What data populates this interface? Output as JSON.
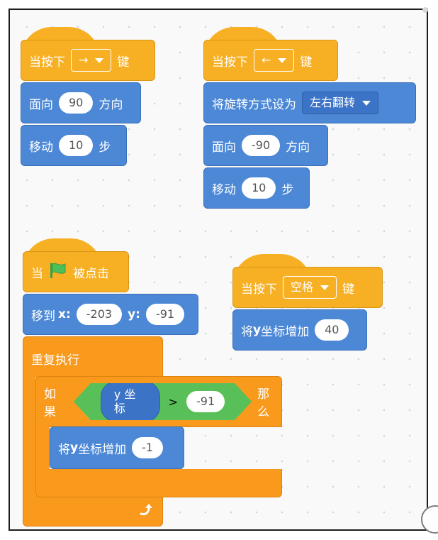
{
  "scripts": {
    "right_key": {
      "hat_prefix": "当按下",
      "key": "→",
      "hat_suffix": "键",
      "point_label": "面向",
      "point_value": "90",
      "point_suffix": "方向",
      "move_label": "移动",
      "move_value": "10",
      "move_suffix": "步"
    },
    "left_key": {
      "hat_prefix": "当按下",
      "key": "←",
      "hat_suffix": "键",
      "rotation_label": "将旋转方式设为",
      "rotation_value": "左右翻转",
      "point_label": "面向",
      "point_value": "-90",
      "point_suffix": "方向",
      "move_label": "移动",
      "move_value": "10",
      "move_suffix": "步"
    },
    "green_flag": {
      "hat_prefix": "当",
      "hat_suffix": "被点击",
      "goto_label": "移到",
      "x_label": "x:",
      "x_value": "-203",
      "y_label": "y:",
      "y_value": "-91",
      "forever_label": "重复执行",
      "if_label": "如果",
      "condition_reporter": "y 坐标",
      "condition_operator": ">",
      "condition_value": "-91",
      "then_label": "那么",
      "change_label_prefix": "将",
      "change_label_var": "y",
      "change_label_suffix": "坐标增加",
      "change_value": "-1"
    },
    "space_key": {
      "hat_prefix": "当按下",
      "key": "空格",
      "hat_suffix": "键",
      "change_label_prefix": "将",
      "change_label_var": "y",
      "change_label_suffix": "坐标增加",
      "change_value": "40"
    }
  },
  "colors": {
    "motion": "#4c88d6",
    "events": "#f7b024",
    "control": "#f99a1d",
    "operators": "#59c059",
    "flag": "#4cbf56"
  },
  "icons": {
    "flag": "green-flag-icon",
    "loop": "loop-arrow-icon",
    "dropdown": "dropdown-triangle-icon"
  }
}
